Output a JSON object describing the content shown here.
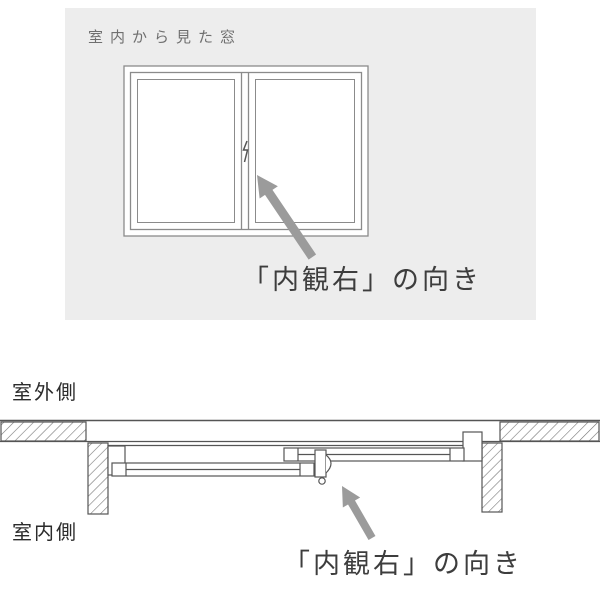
{
  "top_panel": {
    "caption": "室内から見た窓",
    "arrow_label": "「内観右」の向き"
  },
  "section": {
    "outdoor_label": "室外側",
    "indoor_label": "室内側",
    "arrow_label": "「内観右」の向き"
  },
  "icons": {
    "top_arrow": "direction-arrow-up-left",
    "bottom_arrow": "direction-arrow-up"
  },
  "colors": {
    "panel_bg": "#ededed",
    "elevation_line": "#8b8b8b",
    "section_line": "#555555",
    "hatch": "#777777",
    "arrow": "#9b9b9b",
    "caption_text": "#6f6f6f",
    "side_label_text": "#2b2b2b",
    "arrow_label_text": "#3d3d3d"
  }
}
